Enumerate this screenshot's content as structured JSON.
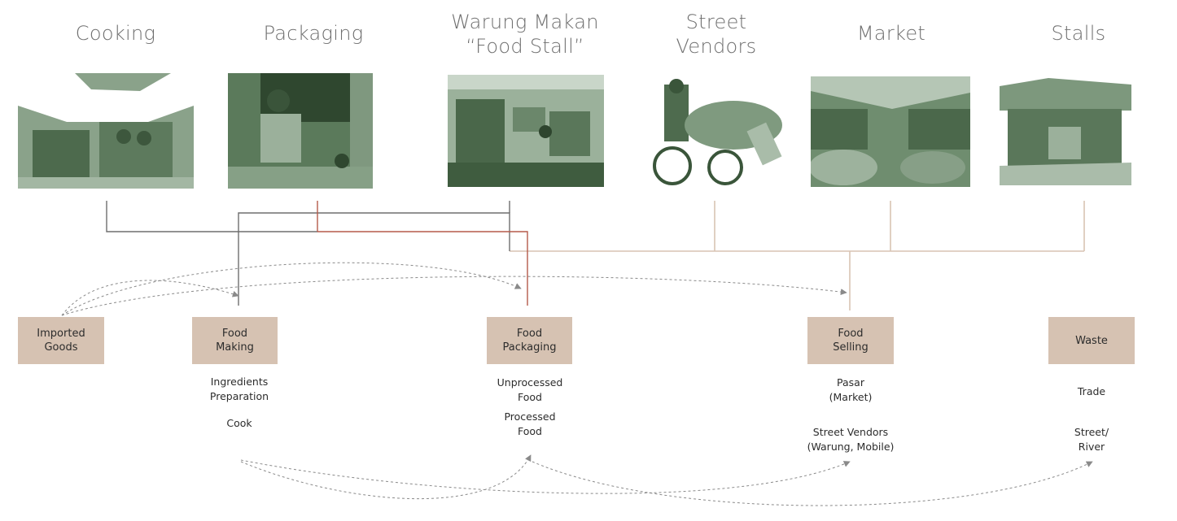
{
  "headings": [
    {
      "id": "cooking",
      "text": "Cooking"
    },
    {
      "id": "packaging",
      "text": "Packaging"
    },
    {
      "id": "warung",
      "text": "Warung Makan\n“Food Stall”"
    },
    {
      "id": "street",
      "text": "Street\nVendors"
    },
    {
      "id": "market",
      "text": "Market"
    },
    {
      "id": "stalls",
      "text": "Stalls"
    }
  ],
  "photos": [
    {
      "id": "cooking",
      "icon": "cooking-photo"
    },
    {
      "id": "packaging",
      "icon": "packaging-photo"
    },
    {
      "id": "warung",
      "icon": "food-stall-photo"
    },
    {
      "id": "street",
      "icon": "street-vendor-photo"
    },
    {
      "id": "market",
      "icon": "market-photo"
    },
    {
      "id": "stalls",
      "icon": "stall-photo"
    }
  ],
  "stages": [
    {
      "id": "imported",
      "label": "Imported\nGoods",
      "details": []
    },
    {
      "id": "making",
      "label": "Food\nMaking",
      "details": [
        "Ingredients\nPreparation",
        "Cook"
      ]
    },
    {
      "id": "packaging",
      "label": "Food\nPackaging",
      "details": [
        "Unprocessed\nFood",
        "Processed\nFood"
      ]
    },
    {
      "id": "selling",
      "label": "Food\nSelling",
      "details": [
        "Pasar\n(Market)",
        "Street Vendors\n(Warung, Mobile)"
      ]
    },
    {
      "id": "waste",
      "label": "Waste",
      "details": [
        "Trade",
        "Street/\nRiver"
      ]
    }
  ],
  "colors": {
    "photo_tint": "#6c8a6c",
    "box_fill": "#d6c2b2",
    "connector_gray": "#6e6e6e",
    "connector_red": "#b55a4a",
    "connector_tan": "#d9c4b3",
    "arrow_gray": "#8a8a8a"
  }
}
